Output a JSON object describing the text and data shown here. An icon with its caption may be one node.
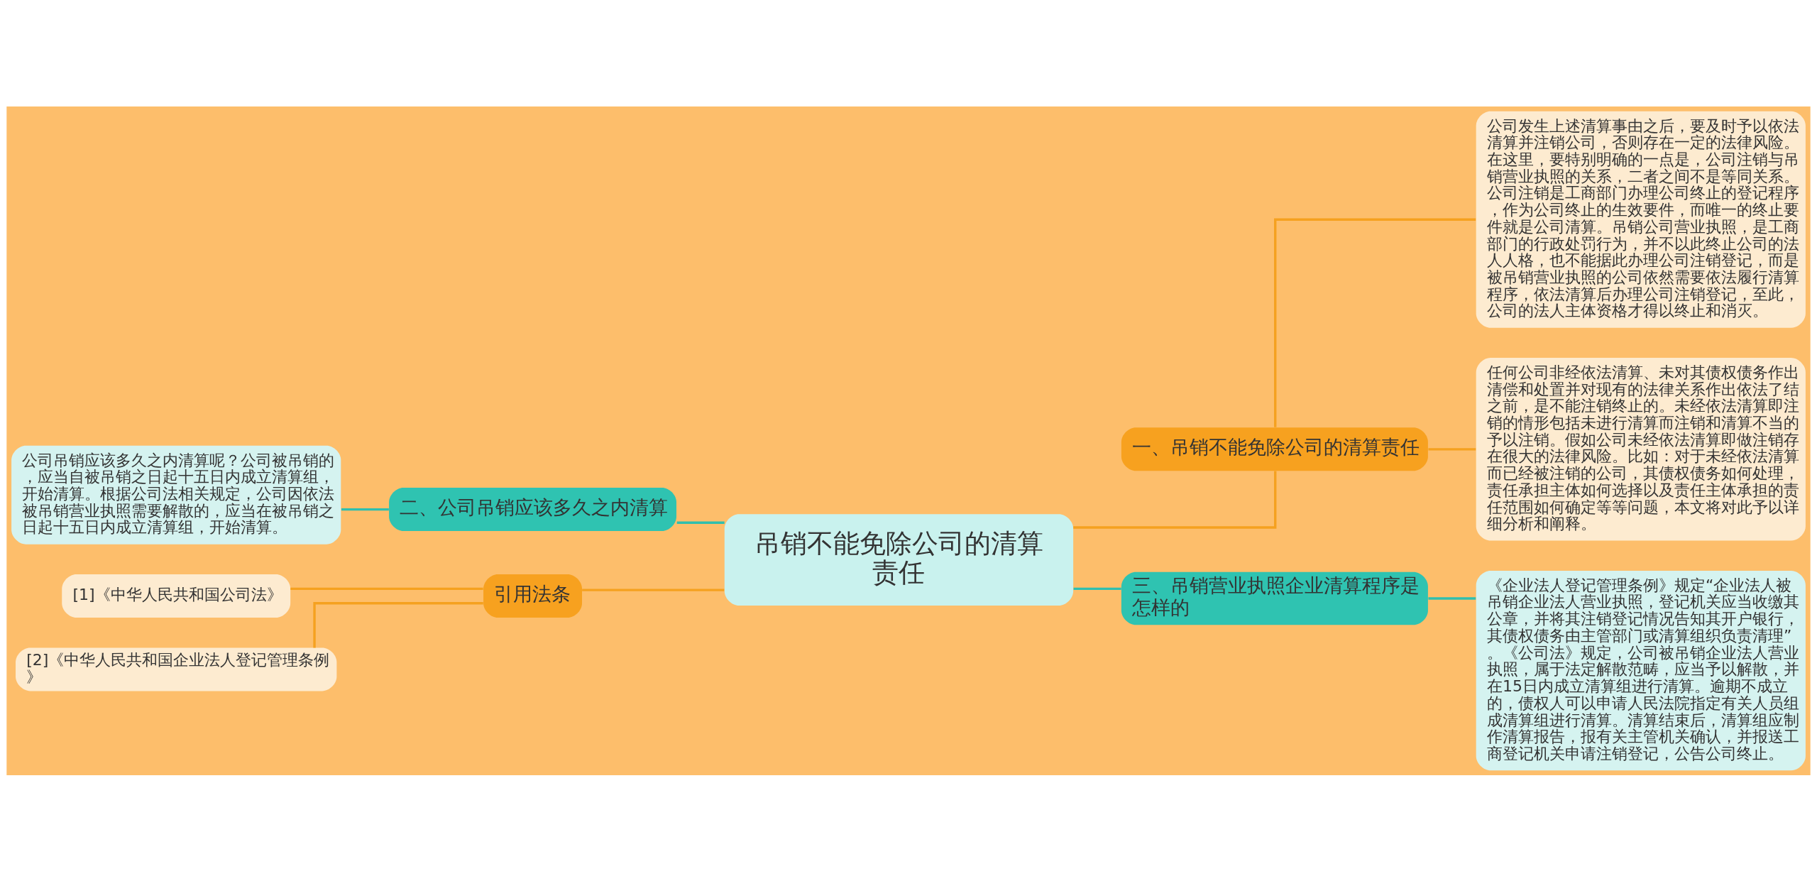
{
  "diagram": {
    "nodes": [
      {
        "text": [
          "吊销不能免除公司的清算责任"
        ]
      },
      {
        "text": [
          "一、吊销不能免除公司的清算责任"
        ]
      },
      {
        "text": [
          "公司发生上述清算事由之后，要及时予以依法清算并注销公司，否则存在一定的法律风险。在这里，要特别明确的一点是，公司注销与吊销营业执照的关系，二者之间不是等同关系。公司注销是工商部门办理公司终止的登记程序，作为公司终止的生效要件，而唯一的终止要件就是公司清算。吊销公司营业执照，是工商部门的行政处罚行为，并不以此终止公司的法人人格，也不能据此办理公司注销登记，而是被吊销营业执照的公司依然需要依法履行清算程序，依法清算后办理公司注销登记，至此，公司的法人主体资格才得以终止和消灭。"
        ]
      },
      {
        "text": [
          "任何公司非经依法清算、未对其债权债务作出清偿和处置并对现有的法律关系作出依法了结之前，是不能注销终止的。未经依法清算即注销的情形包括未进行清算而注销和清算不当的予以注销。假如公司未经依法清算即做注销存在很大的法律风险。比如：对于未经依法清算而已经被注销的公司，其债权债务如何处理，责任承担主体如何选择以及责任主体承担的责任范围如何确定等等问题，本文将对此予以详细分析和阐释。"
        ]
      },
      {
        "text": [
          "三、吊销营业执照企业清算程序是怎样的"
        ]
      },
      {
        "text": [
          "《企业法人登记管理条例》规定“企业法人被吊销企业法人营业执照，登记机关应当收缴其公章，并将其注销登记情况告知其开户银行，其债权债务由主管部门或清算组织负责清理”。《公司法》规定，公司被吊销企业法人营业执照，属于法定解散范畴，应当予以解散，并在15日内成立清算组进行清算。逾期不成立的，债权人可以申请人民法院指定有关人员组成清算组进行清算。清算结束后，清算组应制作清算报告，报有关主管机关确认，并报送工商登记机关申请注销登记，公告公司终止。"
        ]
      },
      {
        "text": [
          "二、公司吊销应该多久之内清算"
        ]
      },
      {
        "text": [
          "公司吊销应该多久之内清算呢？公司被吊销的，应当自被吊销之日起十五日内成立清算组，开始清算。根据公司法相关规定，公司因依法被吊销营业执照需要解散的，应当在被吊销之日起十五日内成立清算组，开始清算。"
        ]
      },
      {
        "text": [
          "引用法条"
        ]
      },
      {
        "text": [
          "[1]《中华人民共和国公司法》"
        ]
      },
      {
        "text": [
          "[2]《中华人民共和国企业法人登记管理条例》"
        ]
      }
    ],
    "edges": [
      {
        "from": 0,
        "to": 1,
        "arrow": "none"
      },
      {
        "from": 1,
        "to": 2,
        "arrow": "none"
      },
      {
        "from": 1,
        "to": 3,
        "arrow": "none"
      },
      {
        "from": 0,
        "to": 4,
        "arrow": "none",
        "color": "#2fbfae"
      },
      {
        "from": 4,
        "to": 5,
        "arrow": "none",
        "color": "#2fbfae"
      },
      {
        "from": 0,
        "to": 6,
        "arrow": "none",
        "color": "#2fbfae"
      },
      {
        "from": 6,
        "to": 7,
        "arrow": "none",
        "color": "#2fbfae"
      },
      {
        "from": 0,
        "to": 8,
        "arrow": "none"
      },
      {
        "from": 8,
        "to": 9,
        "arrow": "none"
      },
      {
        "from": 8,
        "to": 10,
        "arrow": "none"
      }
    ]
  }
}
